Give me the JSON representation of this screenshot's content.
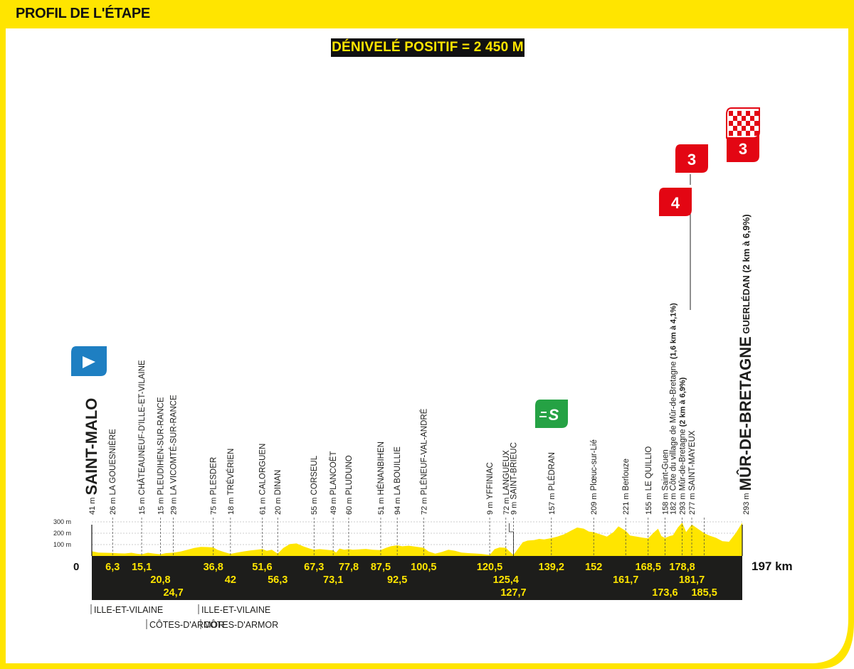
{
  "header": {
    "title": "PROFIL DE L'ÉTAPE"
  },
  "badge": {
    "label": "DÉNIVELÉ POSITIF = 2 450 M"
  },
  "colors": {
    "frame": "#ffe500",
    "profile_fill": "#ffe500",
    "base_band": "#1d1d1b",
    "km_text": "#ffe500",
    "climb_flag": "#e30613",
    "sprint_flag": "#25a244",
    "start_flag": "#1e7fc2"
  },
  "chart_data": {
    "type": "area",
    "title": "PROFIL DE L'ÉTAPE",
    "xlabel": "",
    "ylabel": "",
    "xlim": [
      0,
      197
    ],
    "ylim": [
      0,
      300
    ],
    "x_start_label": "0",
    "x_end_label": "197 km",
    "y_ticks": [
      {
        "value": 100,
        "label": "100 m"
      },
      {
        "value": 200,
        "label": "200 m"
      },
      {
        "value": 300,
        "label": "300 m"
      }
    ],
    "profile": [
      [
        0,
        41
      ],
      [
        2,
        30
      ],
      [
        4,
        28
      ],
      [
        6.3,
        26
      ],
      [
        8,
        24
      ],
      [
        10,
        22
      ],
      [
        12,
        28
      ],
      [
        13.5,
        20
      ],
      [
        15.1,
        15
      ],
      [
        17,
        28
      ],
      [
        19,
        20
      ],
      [
        20.8,
        15
      ],
      [
        22.5,
        25
      ],
      [
        24.7,
        29
      ],
      [
        27,
        40
      ],
      [
        29,
        55
      ],
      [
        31,
        70
      ],
      [
        33,
        80
      ],
      [
        35,
        78
      ],
      [
        36.8,
        75
      ],
      [
        38,
        55
      ],
      [
        40,
        35
      ],
      [
        42,
        18
      ],
      [
        44,
        30
      ],
      [
        46,
        40
      ],
      [
        48,
        48
      ],
      [
        50,
        55
      ],
      [
        51.6,
        61
      ],
      [
        53,
        45
      ],
      [
        54.5,
        55
      ],
      [
        56.3,
        20
      ],
      [
        58,
        70
      ],
      [
        60,
        105
      ],
      [
        62,
        110
      ],
      [
        64,
        85
      ],
      [
        66,
        65
      ],
      [
        67.3,
        55
      ],
      [
        69,
        60
      ],
      [
        71,
        55
      ],
      [
        73.1,
        49
      ],
      [
        74,
        30
      ],
      [
        75,
        65
      ],
      [
        76.5,
        55
      ],
      [
        77.8,
        60
      ],
      [
        79,
        55
      ],
      [
        81,
        58
      ],
      [
        83,
        62
      ],
      [
        85,
        55
      ],
      [
        87.5,
        51
      ],
      [
        89,
        70
      ],
      [
        90.5,
        85
      ],
      [
        92.5,
        94
      ],
      [
        94,
        85
      ],
      [
        96,
        90
      ],
      [
        98,
        82
      ],
      [
        100.5,
        72
      ],
      [
        102,
        40
      ],
      [
        104,
        20
      ],
      [
        106,
        35
      ],
      [
        108,
        55
      ],
      [
        110,
        45
      ],
      [
        112,
        30
      ],
      [
        114,
        25
      ],
      [
        116,
        22
      ],
      [
        118,
        18
      ],
      [
        120.5,
        9
      ],
      [
        122,
        60
      ],
      [
        123.5,
        75
      ],
      [
        125.4,
        72
      ],
      [
        126.5,
        40
      ],
      [
        127.7,
        9
      ],
      [
        129,
        60
      ],
      [
        130.5,
        120
      ],
      [
        132,
        135
      ],
      [
        134,
        140
      ],
      [
        135.5,
        150
      ],
      [
        137,
        145
      ],
      [
        139.2,
        157
      ],
      [
        141,
        170
      ],
      [
        143,
        190
      ],
      [
        145,
        220
      ],
      [
        147,
        250
      ],
      [
        149,
        240
      ],
      [
        150.5,
        215
      ],
      [
        152,
        209
      ],
      [
        154,
        190
      ],
      [
        156,
        170
      ],
      [
        158,
        210
      ],
      [
        159.5,
        260
      ],
      [
        161.7,
        221
      ],
      [
        163,
        180
      ],
      [
        165,
        170
      ],
      [
        167,
        160
      ],
      [
        168.5,
        155
      ],
      [
        170,
        200
      ],
      [
        171.5,
        240
      ],
      [
        172.5,
        175
      ],
      [
        173.6,
        158
      ],
      [
        175,
        175
      ],
      [
        176,
        182
      ],
      [
        177.5,
        250
      ],
      [
        178.8,
        293
      ],
      [
        180,
        210
      ],
      [
        181.7,
        277
      ],
      [
        183.5,
        240
      ],
      [
        185.5,
        200
      ],
      [
        187,
        180
      ],
      [
        189,
        160
      ],
      [
        191,
        130
      ],
      [
        193,
        125
      ],
      [
        195,
        200
      ],
      [
        197,
        293
      ]
    ],
    "km_markers": [
      {
        "km": 6.3,
        "label": "6,3",
        "row": 0
      },
      {
        "km": 15.1,
        "label": "15,1",
        "row": 0
      },
      {
        "km": 20.8,
        "label": "20,8",
        "row": 1
      },
      {
        "km": 24.7,
        "label": "24,7",
        "row": 2
      },
      {
        "km": 36.8,
        "label": "36,8",
        "row": 0
      },
      {
        "km": 42,
        "label": "42",
        "row": 1
      },
      {
        "km": 51.6,
        "label": "51,6",
        "row": 0
      },
      {
        "km": 56.3,
        "label": "56,3",
        "row": 1
      },
      {
        "km": 67.3,
        "label": "67,3",
        "row": 0
      },
      {
        "km": 73.1,
        "label": "73,1",
        "row": 1
      },
      {
        "km": 77.8,
        "label": "77,8",
        "row": 0
      },
      {
        "km": 87.5,
        "label": "87,5",
        "row": 0
      },
      {
        "km": 92.5,
        "label": "92,5",
        "row": 1
      },
      {
        "km": 100.5,
        "label": "100,5",
        "row": 0
      },
      {
        "km": 120.5,
        "label": "120,5",
        "row": 0
      },
      {
        "km": 125.4,
        "label": "125,4",
        "row": 1
      },
      {
        "km": 127.7,
        "label": "127,7",
        "row": 2
      },
      {
        "km": 139.2,
        "label": "139,2",
        "row": 0
      },
      {
        "km": 152,
        "label": "152",
        "row": 0
      },
      {
        "km": 161.7,
        "label": "161,7",
        "row": 1
      },
      {
        "km": 168.5,
        "label": "168,5",
        "row": 0
      },
      {
        "km": 173.6,
        "label": "173,6",
        "row": 2
      },
      {
        "km": 178.8,
        "label": "178,8",
        "row": 0
      },
      {
        "km": 181.7,
        "label": "181,7",
        "row": 1
      },
      {
        "km": 185.5,
        "label": "185,5",
        "row": 2
      }
    ],
    "places": [
      {
        "km": 0,
        "alt": "41 m",
        "name": "SAINT-MALO",
        "style": "big"
      },
      {
        "km": 6.3,
        "alt": "26 m",
        "name": "LA GOUESNIÈRE",
        "style": "caps"
      },
      {
        "km": 15.1,
        "alt": "15 m",
        "name": "CHÂTEAUNEUF-D'ILLE-ET-VILAINE",
        "style": "caps"
      },
      {
        "km": 20.8,
        "alt": "15 m",
        "name": "PLEUDIHEN-SUR-RANCE",
        "style": "caps"
      },
      {
        "km": 24.7,
        "alt": "29 m",
        "name": "LA VICOMTÉ-SUR-RANCE",
        "style": "caps"
      },
      {
        "km": 36.8,
        "alt": "75 m",
        "name": "PLESDER",
        "style": "caps"
      },
      {
        "km": 42,
        "alt": "18 m",
        "name": "TRÉVÉRIEN",
        "style": "caps"
      },
      {
        "km": 51.6,
        "alt": "61 m",
        "name": "CALORGUEN",
        "style": "caps"
      },
      {
        "km": 56.3,
        "alt": "20 m",
        "name": "DINAN",
        "style": "caps"
      },
      {
        "km": 67.3,
        "alt": "55 m",
        "name": "CORSEUL",
        "style": "caps"
      },
      {
        "km": 73.1,
        "alt": "49 m",
        "name": "PLANCOËT",
        "style": "caps"
      },
      {
        "km": 77.8,
        "alt": "60 m",
        "name": "PLUDUNO",
        "style": "caps"
      },
      {
        "km": 87.5,
        "alt": "51 m",
        "name": "HÉNANBIHEN",
        "style": "caps"
      },
      {
        "km": 92.5,
        "alt": "94 m",
        "name": "LA BOUILLIE",
        "style": "caps"
      },
      {
        "km": 100.5,
        "alt": "72 m",
        "name": "PLÉNEUF-VAL-ANDRÉ",
        "style": "caps"
      },
      {
        "km": 120.5,
        "alt": "9 m",
        "name": "YFFINIAC",
        "style": "caps"
      },
      {
        "km": 125.4,
        "alt": "72 m",
        "name": "LANGUEUX",
        "style": "caps"
      },
      {
        "km": 127.7,
        "alt": "9 m",
        "name": "SAINT-BRIEUC",
        "style": "caps",
        "elbow": true
      },
      {
        "km": 139.2,
        "alt": "157 m",
        "name": "PLÉDRAN",
        "style": "caps"
      },
      {
        "km": 152,
        "alt": "209 m",
        "name": "Plœuc-sur-Lié",
        "style": "lower"
      },
      {
        "km": 161.7,
        "alt": "221 m",
        "name": "Berlouze",
        "style": "lower"
      },
      {
        "km": 168.5,
        "alt": "155 m",
        "name": "LE QUILLIO",
        "style": "caps"
      },
      {
        "km": 173.6,
        "alt": "158 m",
        "name": "Saint-Guen",
        "style": "lower"
      },
      {
        "km": 176,
        "alt": "182 m",
        "name": "Côte du village de Mûr-de-Bretagne",
        "bold": "(1,6 km à 4,1%)",
        "style": "lower",
        "long": true
      },
      {
        "km": 178.8,
        "alt": "293 m",
        "name": "Mûr-de-Bretagne",
        "bold": "(2 km à 6,9%)",
        "style": "lower",
        "long": true
      },
      {
        "km": 181.7,
        "alt": "277 m",
        "name": "SAINT-MAYEUX",
        "style": "caps"
      },
      {
        "km": 197,
        "alt": "293 m",
        "name": "MÛR-DE-BRETAGNE",
        "bold": "GUERLÉDAN (2 km à 6,9%)",
        "style": "big"
      }
    ],
    "flags": [
      {
        "type": "start",
        "km": 0,
        "label": ""
      },
      {
        "type": "sprint",
        "km": 139.2,
        "label": "S"
      },
      {
        "type": "climb",
        "km": 176,
        "label": "4"
      },
      {
        "type": "climb",
        "km": 178.8,
        "label": "3"
      },
      {
        "type": "climb",
        "km": 197,
        "label": "3"
      },
      {
        "type": "finish",
        "km": 197,
        "label": ""
      }
    ],
    "regions": [
      {
        "label": "ILLE-ET-VILAINE"
      },
      {
        "label": "CÔTES-D'ARMOR"
      },
      {
        "label": "ILLE-ET-VILAINE"
      },
      {
        "label": "CÔTES-D'ARMOR"
      }
    ]
  }
}
